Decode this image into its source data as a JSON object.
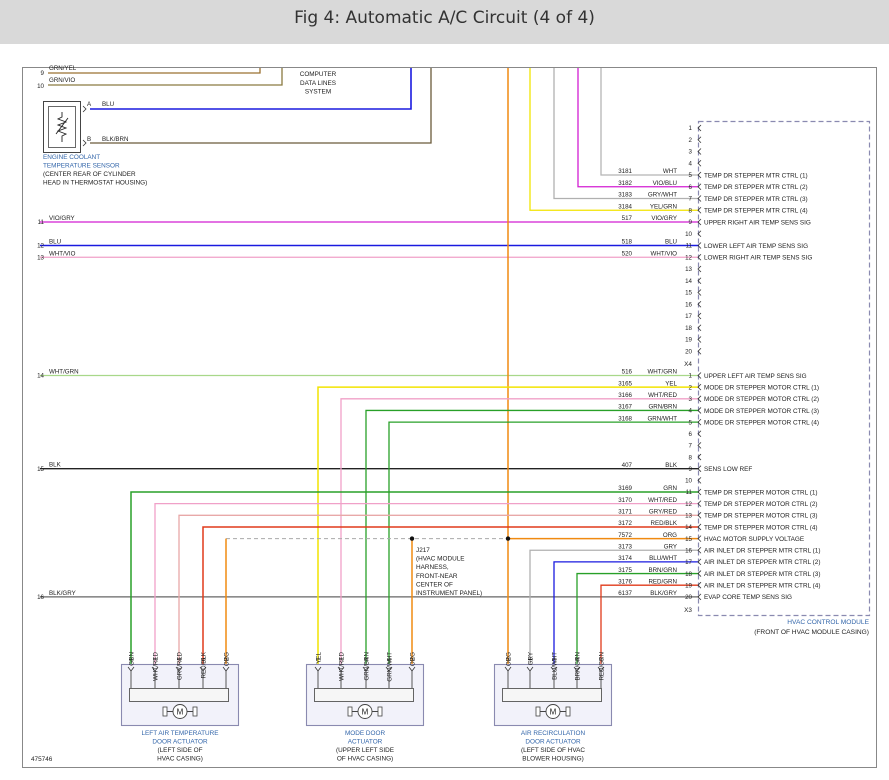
{
  "header": {
    "title": "Fig 4: Automatic A/C Circuit (4 of 4)"
  },
  "colors": {
    "BLU": "#1a1adf",
    "VIO": "#d21ed2",
    "YEL": "#f2e400",
    "WHT": "#b5b5b5",
    "GRN": "#28a028",
    "ORG": "#f08a10",
    "BLK": "#222222",
    "RED": "#e03a1a",
    "PINK": "#f0a0c8",
    "LTGRN": "#a8d88a",
    "GRY": "#b0b0b0",
    "BRN": "#9a7030",
    "MODULE": "#555599",
    "LABEL": "#3366aa"
  },
  "top_labels": {
    "pin9": "9",
    "pin10": "10",
    "wire9": "GRN/YEL",
    "wire10": "GRN/VIO",
    "computer_lines": [
      "COMPUTER",
      "DATA LINES",
      "SYSTEM"
    ]
  },
  "sensor": {
    "pin_a": "A",
    "pin_b": "B",
    "wire_a": "BLU",
    "wire_b": "BLK/BRN",
    "title_lines": [
      "ENGINE COOLANT",
      "TEMPERATURE SENSOR"
    ],
    "desc_lines": [
      "(CENTER REAR OF CYLINDER",
      "HEAD IN THERMOSTAT HOUSING)"
    ]
  },
  "left_wires": [
    {
      "pin": "11",
      "color": "VIO/GRY"
    },
    {
      "pin": "12",
      "color": "BLU"
    },
    {
      "pin": "13",
      "color": "WHT/VIO"
    },
    {
      "pin": "14",
      "color": "WHT/GRN"
    },
    {
      "pin": "15",
      "color": "BLK"
    },
    {
      "pin": "16",
      "color": "BLK/GRY"
    }
  ],
  "connector_x4": [
    {
      "pin": "1"
    },
    {
      "pin": "2"
    },
    {
      "pin": "3"
    },
    {
      "pin": "4"
    },
    {
      "pin": "5",
      "circuit": "3181",
      "color": "WHT",
      "label": "TEMP DR STEPPER MTR CTRL (1)"
    },
    {
      "pin": "6",
      "circuit": "3182",
      "color": "VIO/BLU",
      "label": "TEMP DR STEPPER MTR CTRL (2)"
    },
    {
      "pin": "7",
      "circuit": "3183",
      "color": "GRY/WHT",
      "label": "TEMP DR STEPPER MTR CTRL (3)"
    },
    {
      "pin": "8",
      "circuit": "3184",
      "color": "YEL/GRN",
      "label": "TEMP DR STEPPER MTR CTRL (4)"
    },
    {
      "pin": "9",
      "circuit": "517",
      "color": "VIO/GRY",
      "label": "UPPER RIGHT AIR TEMP SENS SIG"
    },
    {
      "pin": "10"
    },
    {
      "pin": "11",
      "circuit": "518",
      "color": "BLU",
      "label": "LOWER LEFT AIR TEMP SENS SIG"
    },
    {
      "pin": "12",
      "circuit": "520",
      "color": "WHT/VIO",
      "label": "LOWER RIGHT AIR TEMP SENS SIG"
    },
    {
      "pin": "13"
    },
    {
      "pin": "14"
    },
    {
      "pin": "15"
    },
    {
      "pin": "16"
    },
    {
      "pin": "17"
    },
    {
      "pin": "18"
    },
    {
      "pin": "19"
    },
    {
      "pin": "20"
    }
  ],
  "connector_x3": [
    {
      "pin": "1",
      "circuit": "516",
      "color": "WHT/GRN",
      "label": "UPPER LEFT AIR TEMP SENS SIG"
    },
    {
      "pin": "2",
      "circuit": "3165",
      "color": "YEL",
      "label": "MODE DR STEPPER MOTOR CTRL (1)"
    },
    {
      "pin": "3",
      "circuit": "3166",
      "color": "WHT/RED",
      "label": "MODE DR STEPPER MOTOR CTRL (2)"
    },
    {
      "pin": "4",
      "circuit": "3167",
      "color": "GRN/BRN",
      "label": "MODE DR STEPPER MOTOR CTRL (3)"
    },
    {
      "pin": "5",
      "circuit": "3168",
      "color": "GRN/WHT",
      "label": "MODE DR STEPPER MOTOR CTRL (4)"
    },
    {
      "pin": "6"
    },
    {
      "pin": "7"
    },
    {
      "pin": "8"
    },
    {
      "pin": "9",
      "circuit": "407",
      "color": "BLK",
      "label": "SENS LOW REF"
    },
    {
      "pin": "10"
    },
    {
      "pin": "11",
      "circuit": "3169",
      "color": "GRN",
      "label": "TEMP DR STEPPER MOTOR CTRL (1)"
    },
    {
      "pin": "12",
      "circuit": "3170",
      "color": "WHT/RED",
      "label": "TEMP DR STEPPER MOTOR CTRL (2)"
    },
    {
      "pin": "13",
      "circuit": "3171",
      "color": "GRY/RED",
      "label": "TEMP DR STEPPER MOTOR CTRL (3)"
    },
    {
      "pin": "14",
      "circuit": "3172",
      "color": "RED/BLK",
      "label": "TEMP DR STEPPER MOTOR CTRL (4)"
    },
    {
      "pin": "15",
      "circuit": "7572",
      "color": "ORG",
      "label": "HVAC MOTOR SUPPLY VOLTAGE"
    },
    {
      "pin": "16",
      "circuit": "3173",
      "color": "GRY",
      "label": "AIR INLET DR STEPPER MTR CTRL (1)"
    },
    {
      "pin": "17",
      "circuit": "3174",
      "color": "BLU/WHT",
      "label": "AIR INLET DR STEPPER MTR CTRL (2)"
    },
    {
      "pin": "18",
      "circuit": "3175",
      "color": "BRN/GRN",
      "label": "AIR INLET DR STEPPER MTR CTRL (3)"
    },
    {
      "pin": "19",
      "circuit": "3176",
      "color": "RED/GRN",
      "label": "AIR INLET DR STEPPER MTR CTRL (4)"
    },
    {
      "pin": "20",
      "circuit": "6137",
      "color": "BLK/GRY",
      "label": "EVAP CORE TEMP SENS SIG"
    }
  ],
  "connector_names": {
    "x4": "X4",
    "x3": "X3"
  },
  "module": {
    "title": "HVAC CONTROL MODULE",
    "subtitle": "(FRONT OF HVAC MODULE CASING)"
  },
  "splice": {
    "lines": [
      "J217",
      "(HVAC MODULE",
      "HARNESS,",
      "FRONT-NEAR",
      "CENTER OF",
      "INSTRUMENT PANEL)"
    ]
  },
  "actuators": [
    {
      "title_lines": [
        "LEFT AIR TEMPERATURE",
        "DOOR ACTUATOR"
      ],
      "desc_lines": [
        "(LEFT SIDE OF",
        "HVAC CASING)"
      ],
      "pins": [
        {
          "pin": "1",
          "color": "GRN"
        },
        {
          "pin": "3",
          "color": "WHT/RED"
        },
        {
          "pin": "4",
          "color": "GRY/RED"
        },
        {
          "pin": "6",
          "color": "RED/BLK"
        },
        {
          "pin": "2",
          "color": "ORG"
        }
      ]
    },
    {
      "title_lines": [
        "MODE DOOR",
        "ACTUATOR"
      ],
      "desc_lines": [
        "(UPPER LEFT SIDE",
        "OF HVAC CASING)"
      ],
      "pins": [
        {
          "pin": "1",
          "color": "YEL"
        },
        {
          "pin": "3",
          "color": "WHT/RED"
        },
        {
          "pin": "4",
          "color": "GRN/BRN"
        },
        {
          "pin": "6",
          "color": "GRN/WHT"
        },
        {
          "pin": "2",
          "color": "ORG"
        }
      ]
    },
    {
      "title_lines": [
        "AIR RECIRCULATION",
        "DOOR ACTUATOR"
      ],
      "desc_lines": [
        "(LEFT SIDE OF HVAC",
        "BLOWER HOUSING)"
      ],
      "pins": [
        {
          "pin": "2",
          "color": "ORG"
        },
        {
          "pin": "1",
          "color": "GRY"
        },
        {
          "pin": "3",
          "color": "BLU/WHT"
        },
        {
          "pin": "4",
          "color": "BRN/GRN"
        },
        {
          "pin": "6",
          "color": "RED/GRN"
        }
      ]
    }
  ],
  "motor_symbol": "M",
  "figure_id": "475746"
}
